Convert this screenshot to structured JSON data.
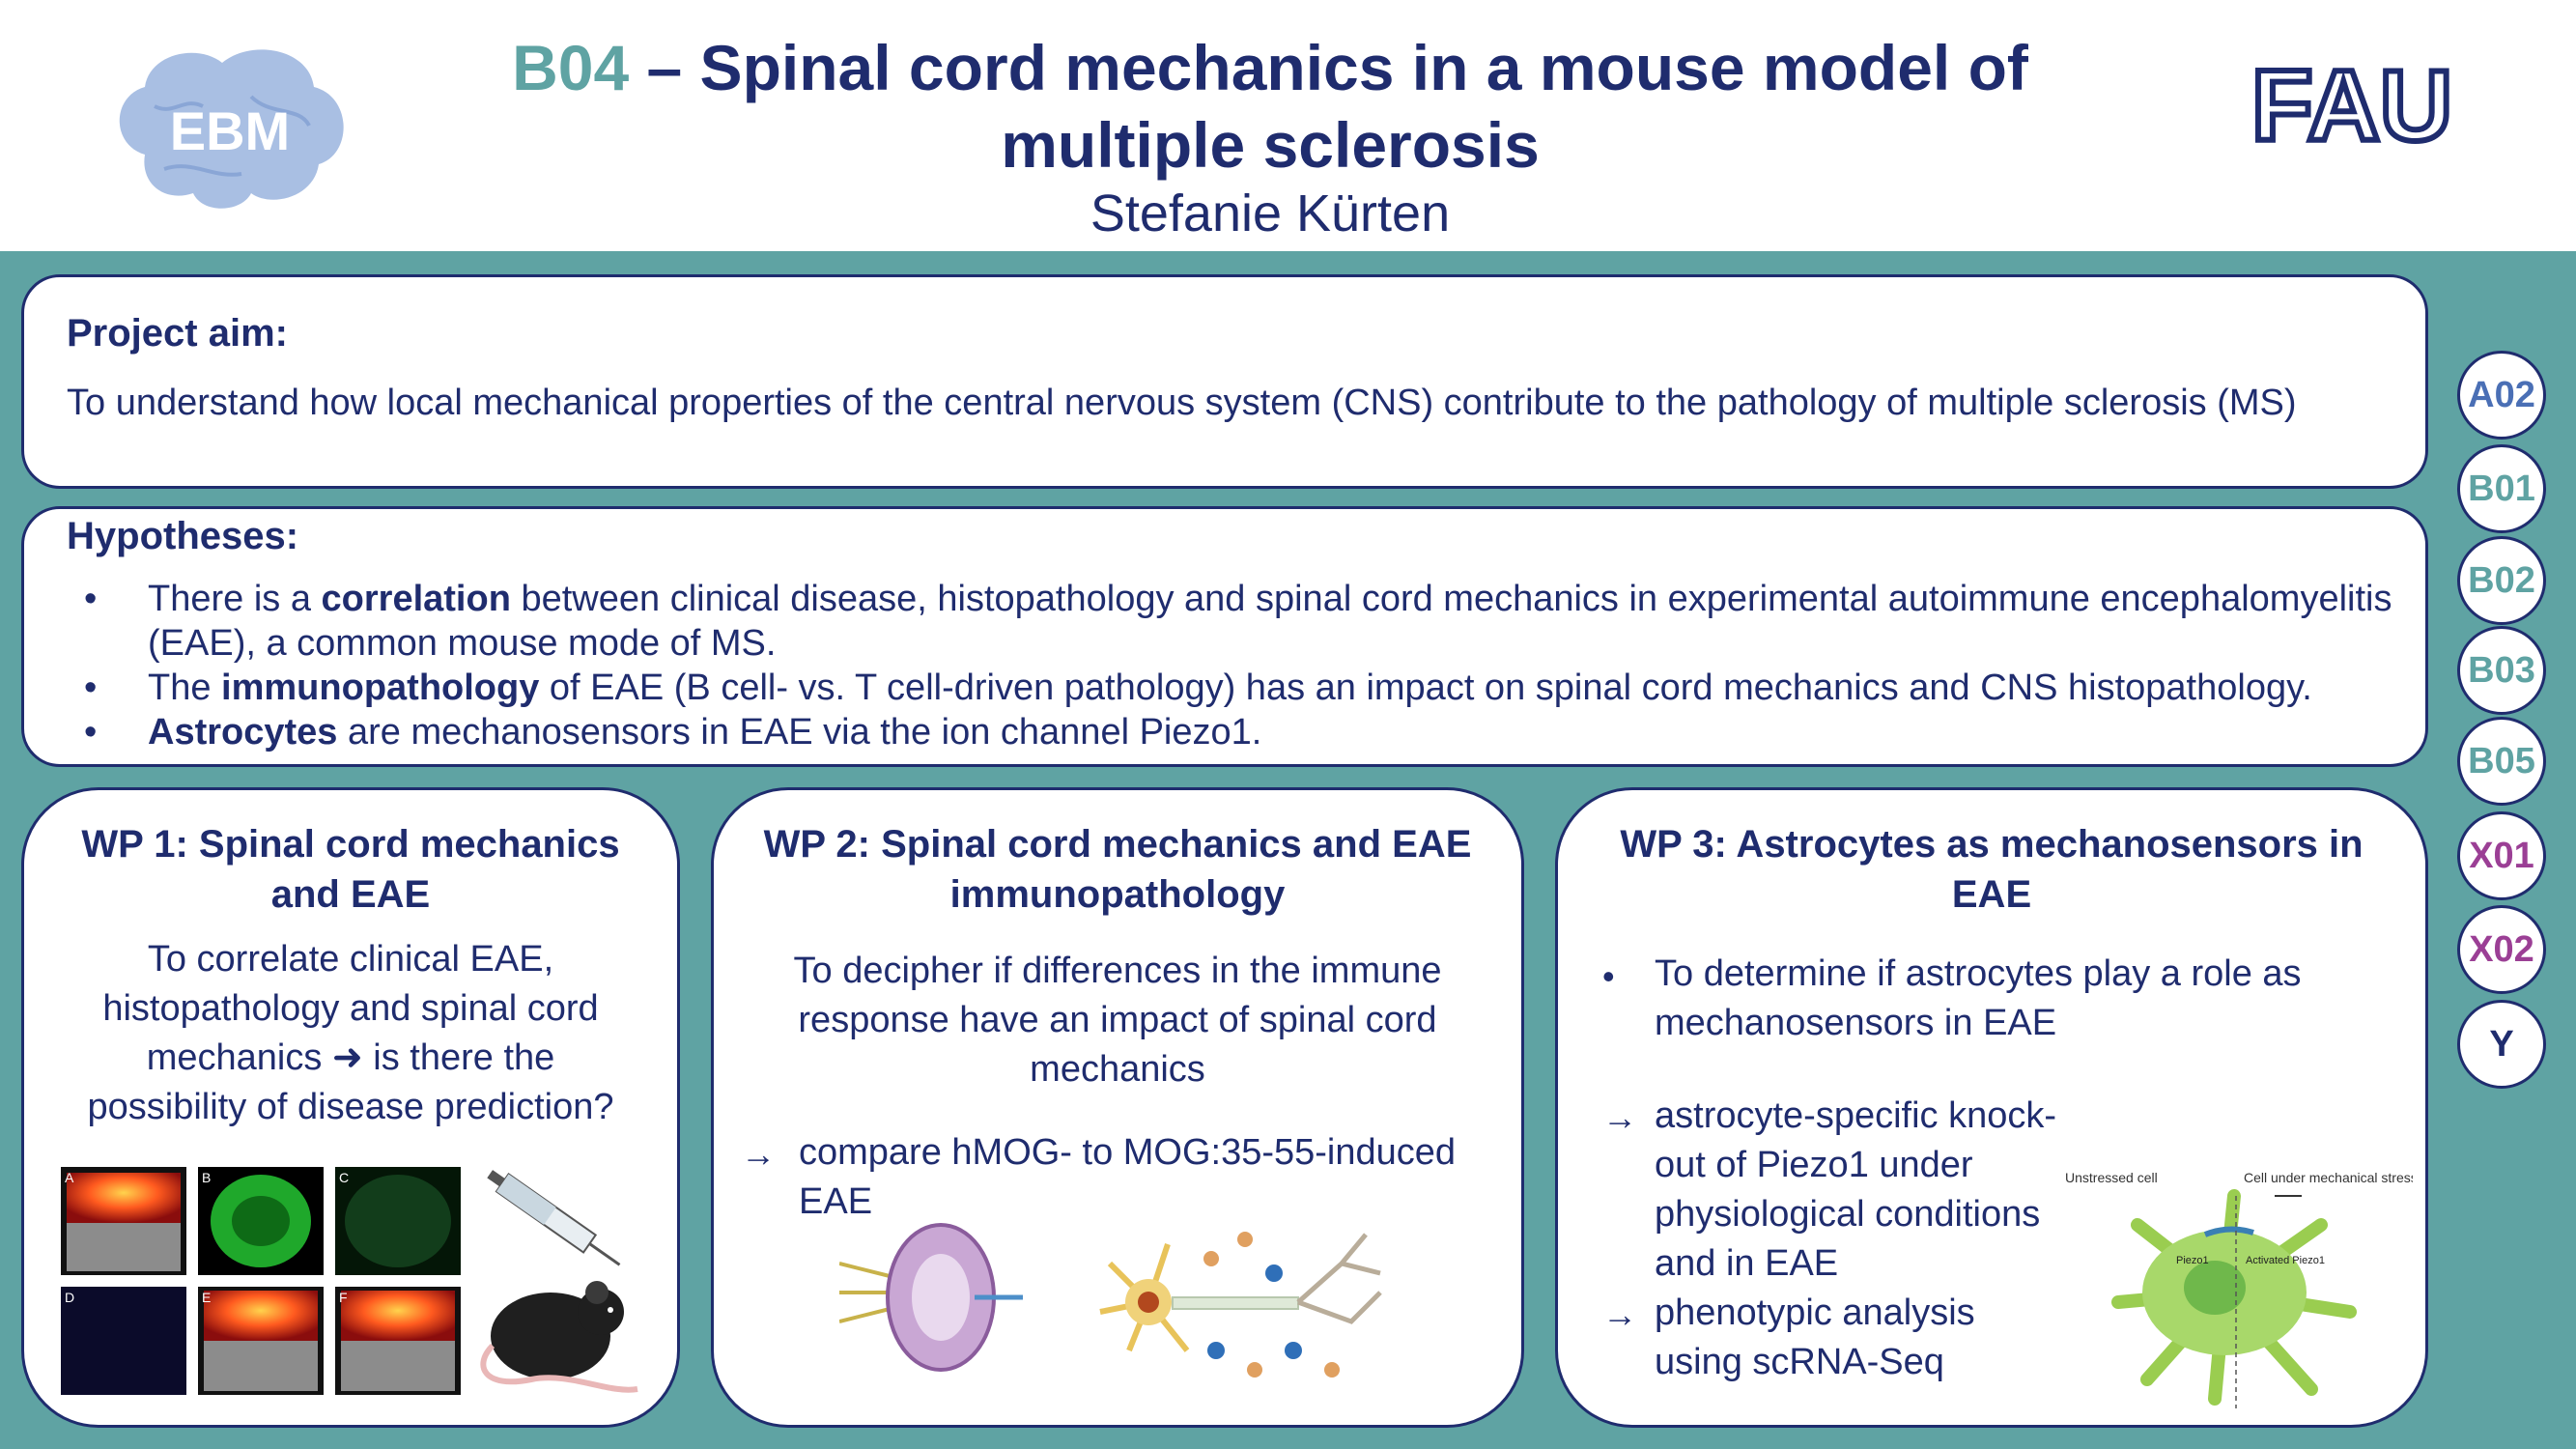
{
  "header": {
    "code": "B04",
    "title_rest": " – Spinal cord mechanics in a mouse model of multiple sclerosis",
    "author": "Stefanie Kürten",
    "left_logo_text": "EBM",
    "right_logo_text": "FAU"
  },
  "aim": {
    "heading": "Project aim:",
    "text": "To understand how local mechanical properties of the central nervous system (CNS) contribute to the pathology of multiple sclerosis (MS)"
  },
  "hypotheses": {
    "heading": "Hypotheses:",
    "items": [
      {
        "pre": "There is a ",
        "bold": "correlation",
        "post": " between clinical disease, histopathology and spinal cord mechanics in experimental autoimmune encephalomyelitis (EAE), a common mouse mode of MS."
      },
      {
        "pre": "The ",
        "bold": "immunopathology",
        "post": " of EAE (B cell- vs. T cell-driven pathology) has an impact on spinal cord mechanics and CNS histopathology."
      },
      {
        "pre": "",
        "bold": "Astrocytes",
        "post": " are mechanosensors in EAE via the ion channel Piezo1."
      }
    ]
  },
  "wp1": {
    "title": "WP 1: Spinal cord mechanics and EAE",
    "text": "To correlate clinical EAE, histopathology and spinal cord mechanics ➜ is there the possibility of disease prediction?",
    "panel_labels": [
      "A",
      "B",
      "C",
      "D",
      "E",
      "F"
    ]
  },
  "wp2": {
    "title": "WP 2: Spinal cord mechanics and EAE immunopathology",
    "text": "To decipher if differences in the immune response have an impact of spinal cord mechanics",
    "arrow_text": "compare hMOG- to MOG:35-55-induced EAE"
  },
  "wp3": {
    "title": "WP 3: Astrocytes as mechanosensors in EAE",
    "bullet": "To determine if astrocytes play a role as mechanosensors in EAE",
    "arrow1": "astrocyte-specific knock-out of Piezo1 under physiological conditions and in EAE",
    "arrow2": "phenotypic analysis using scRNA-Seq",
    "fig_left_label": "Unstressed cell",
    "fig_right_label": "Cell under mechanical stress",
    "fig_piezo": "Piezo1",
    "fig_activated": "Activated Piezo1"
  },
  "side_nav": [
    {
      "label": "A02",
      "color": "#4a6fb5"
    },
    {
      "label": "B01",
      "color": "#5fa3a3"
    },
    {
      "label": "B02",
      "color": "#5fa3a3"
    },
    {
      "label": "B03",
      "color": "#5fa3a3"
    },
    {
      "label": "B05",
      "color": "#5fa3a3"
    },
    {
      "label": "X01",
      "color": "#9b3f95"
    },
    {
      "label": "X02",
      "color": "#9b3f95"
    },
    {
      "label": "Y",
      "color": "#1f2c6e"
    }
  ],
  "colors": {
    "teal": "#5fa3a3",
    "navy": "#1f2c6e",
    "purple": "#9b3f95",
    "blue": "#4a6fb5"
  }
}
